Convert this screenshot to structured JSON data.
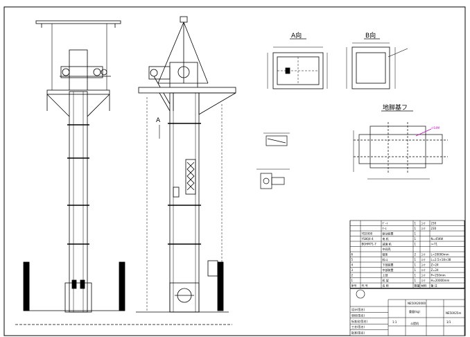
{
  "views": {
    "view_a_title": "A向",
    "view_b_title": "B向",
    "foundation_title": "地脚基フ",
    "callout_a": "A",
    "callout_note": "∅14M"
  },
  "table": {
    "header": [
      "序号",
      "代 号",
      "名 称",
      "数量",
      "材料",
      "备 注"
    ],
    "rows": [
      [
        "",
        "",
        "ｹﾞｰﾄ",
        "1",
        "ｺﾝｸ",
        "230"
      ],
      [
        "",
        "",
        "ｹｰｽ",
        "1",
        "ｺﾝｸ",
        "230"
      ],
      [
        "",
        "YD2000",
        "驱动装置",
        "1",
        "",
        ""
      ],
      [
        "",
        "YS8Q4-4",
        "电 机",
        "1",
        "",
        "N=45KW"
      ],
      [
        "",
        "BGHM71-7",
        "减速 机",
        "1",
        "",
        "i=71"
      ],
      [
        "",
        "",
        "中间壳",
        "",
        "",
        ""
      ],
      [
        "6",
        "",
        "链条",
        "2",
        "ｺﾝｸ",
        "L=20000mm"
      ],
      [
        "5",
        "",
        "料斗",
        "1",
        "ｺﾝｸ",
        "L=2.5×18×38"
      ],
      [
        "4",
        "",
        "下部装置",
        "1",
        "ｺﾝｸ",
        "Z=24"
      ],
      [
        "3",
        "",
        "中部装置",
        "1",
        "ｺﾝｸ",
        "Z=24"
      ],
      [
        "2",
        "",
        "上部",
        "1",
        "ｺﾝｸ",
        "P=250mm"
      ],
      [
        "1",
        "",
        "机 架",
        "1",
        "ｺﾝｸ",
        "H=20000mm"
      ]
    ],
    "title_block": {
      "drawing_no": "NE50X20000",
      "model": "NE50X25m",
      "weight_label": "重量(kg)",
      "scale": "1:1",
      "sheet": "1/1",
      "part_name": "斗提机",
      "rows_left": [
        "设计(签名)",
        "审核(签名)",
        "标准化(签名)",
        "工艺(签名)",
        "批准(签名)"
      ]
    }
  }
}
